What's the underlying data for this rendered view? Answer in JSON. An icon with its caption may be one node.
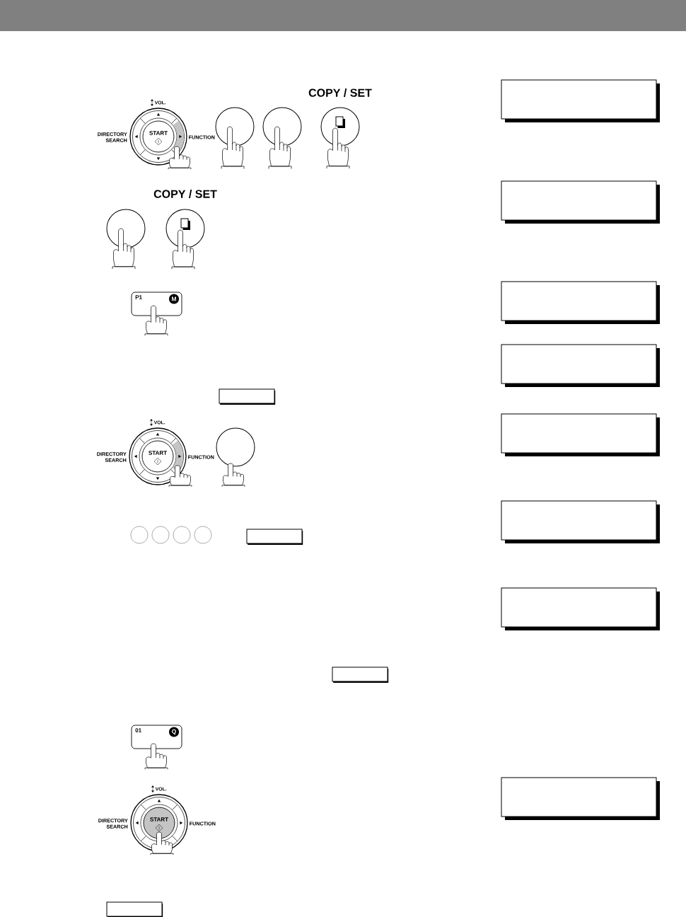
{
  "diagram": {
    "nodes": [
      {
        "text": [
          "START"
        ],
        "beside": [
          "VOL.",
          "DIRECTORY SEARCH",
          "FUNCTION"
        ]
      },
      {
        "text": [],
        "shape": "circle"
      },
      {
        "text": [],
        "shape": "circle"
      },
      {
        "text": [
          "COPY / SET"
        ]
      },
      {
        "text": [],
        "shape": "box"
      },
      {
        "text": [],
        "shape": "circle"
      },
      {
        "text": [
          "COPY / SET"
        ]
      },
      {
        "text": [],
        "shape": "box"
      },
      {
        "text": [
          "P1",
          "M"
        ]
      },
      {
        "text": [],
        "shape": "box"
      },
      {
        "text": [],
        "shape": "box"
      },
      {
        "text": [],
        "shape": "box"
      },
      {
        "text": [
          "START"
        ],
        "beside": [
          "VOL.",
          "DIRECTORY SEARCH",
          "FUNCTION"
        ]
      },
      {
        "text": [],
        "shape": "circle"
      },
      {
        "text": [],
        "shape": "box"
      },
      {
        "text": [],
        "shape": "circle"
      },
      {
        "text": [],
        "shape": "circle"
      },
      {
        "text": [],
        "shape": "circle"
      },
      {
        "text": [],
        "shape": "circle"
      },
      {
        "text": [],
        "shape": "box"
      },
      {
        "text": [],
        "shape": "box"
      },
      {
        "text": [],
        "shape": "box"
      },
      {
        "text": [],
        "shape": "box"
      },
      {
        "text": [
          "01",
          "Q"
        ]
      },
      {
        "text": [
          "START"
        ],
        "beside": [
          "VOL.",
          "DIRECTORY SEARCH",
          "FUNCTION"
        ]
      },
      {
        "text": [],
        "shape": "box"
      },
      {
        "text": [],
        "shape": "box"
      }
    ]
  }
}
